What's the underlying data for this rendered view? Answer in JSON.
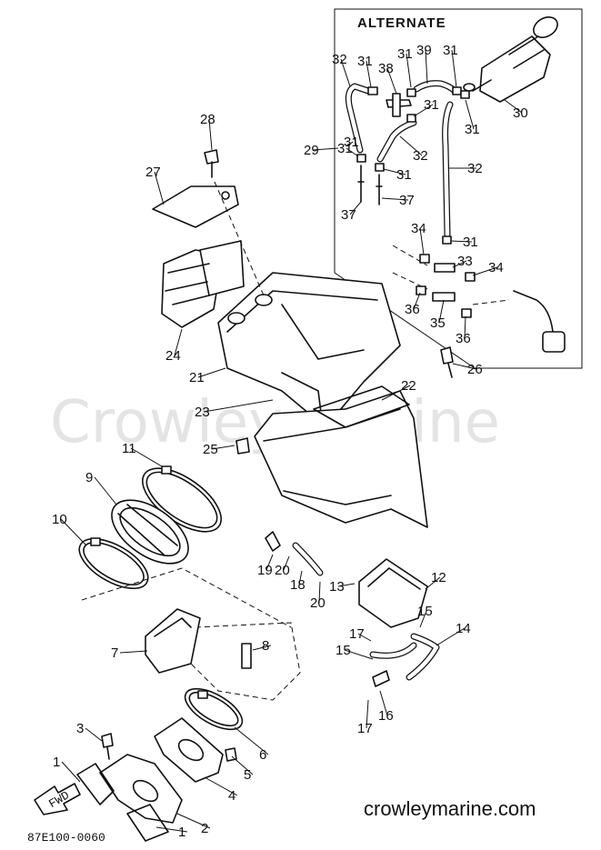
{
  "watermark": "Crowley Marine",
  "inset_title": "ALTERNATE",
  "footer_site": "crowleymarine.com",
  "drawing_code": "87E100-0060",
  "fwd_label": "FWD",
  "callouts": [
    {
      "label": "1"
    },
    {
      "label": "1"
    },
    {
      "label": "2"
    },
    {
      "label": "3"
    },
    {
      "label": "4"
    },
    {
      "label": "5"
    },
    {
      "label": "6"
    },
    {
      "label": "7"
    },
    {
      "label": "8"
    },
    {
      "label": "9"
    },
    {
      "label": "10"
    },
    {
      "label": "11"
    },
    {
      "label": "12"
    },
    {
      "label": "13"
    },
    {
      "label": "14"
    },
    {
      "label": "15"
    },
    {
      "label": "15"
    },
    {
      "label": "16"
    },
    {
      "label": "17"
    },
    {
      "label": "17"
    },
    {
      "label": "18"
    },
    {
      "label": "19"
    },
    {
      "label": "20"
    },
    {
      "label": "20"
    },
    {
      "label": "21"
    },
    {
      "label": "22"
    },
    {
      "label": "23"
    },
    {
      "label": "24"
    },
    {
      "label": "25"
    },
    {
      "label": "26"
    },
    {
      "label": "27"
    },
    {
      "label": "28"
    },
    {
      "label": "29"
    },
    {
      "label": "30"
    },
    {
      "label": "31"
    },
    {
      "label": "31"
    },
    {
      "label": "31"
    },
    {
      "label": "31"
    },
    {
      "label": "31"
    },
    {
      "label": "31"
    },
    {
      "label": "31"
    },
    {
      "label": "31"
    },
    {
      "label": "31"
    },
    {
      "label": "32"
    },
    {
      "label": "32"
    },
    {
      "label": "32"
    },
    {
      "label": "33"
    },
    {
      "label": "34"
    },
    {
      "label": "34"
    },
    {
      "label": "35"
    },
    {
      "label": "36"
    },
    {
      "label": "36"
    },
    {
      "label": "37"
    },
    {
      "label": "37"
    },
    {
      "label": "38"
    },
    {
      "label": "39"
    }
  ]
}
